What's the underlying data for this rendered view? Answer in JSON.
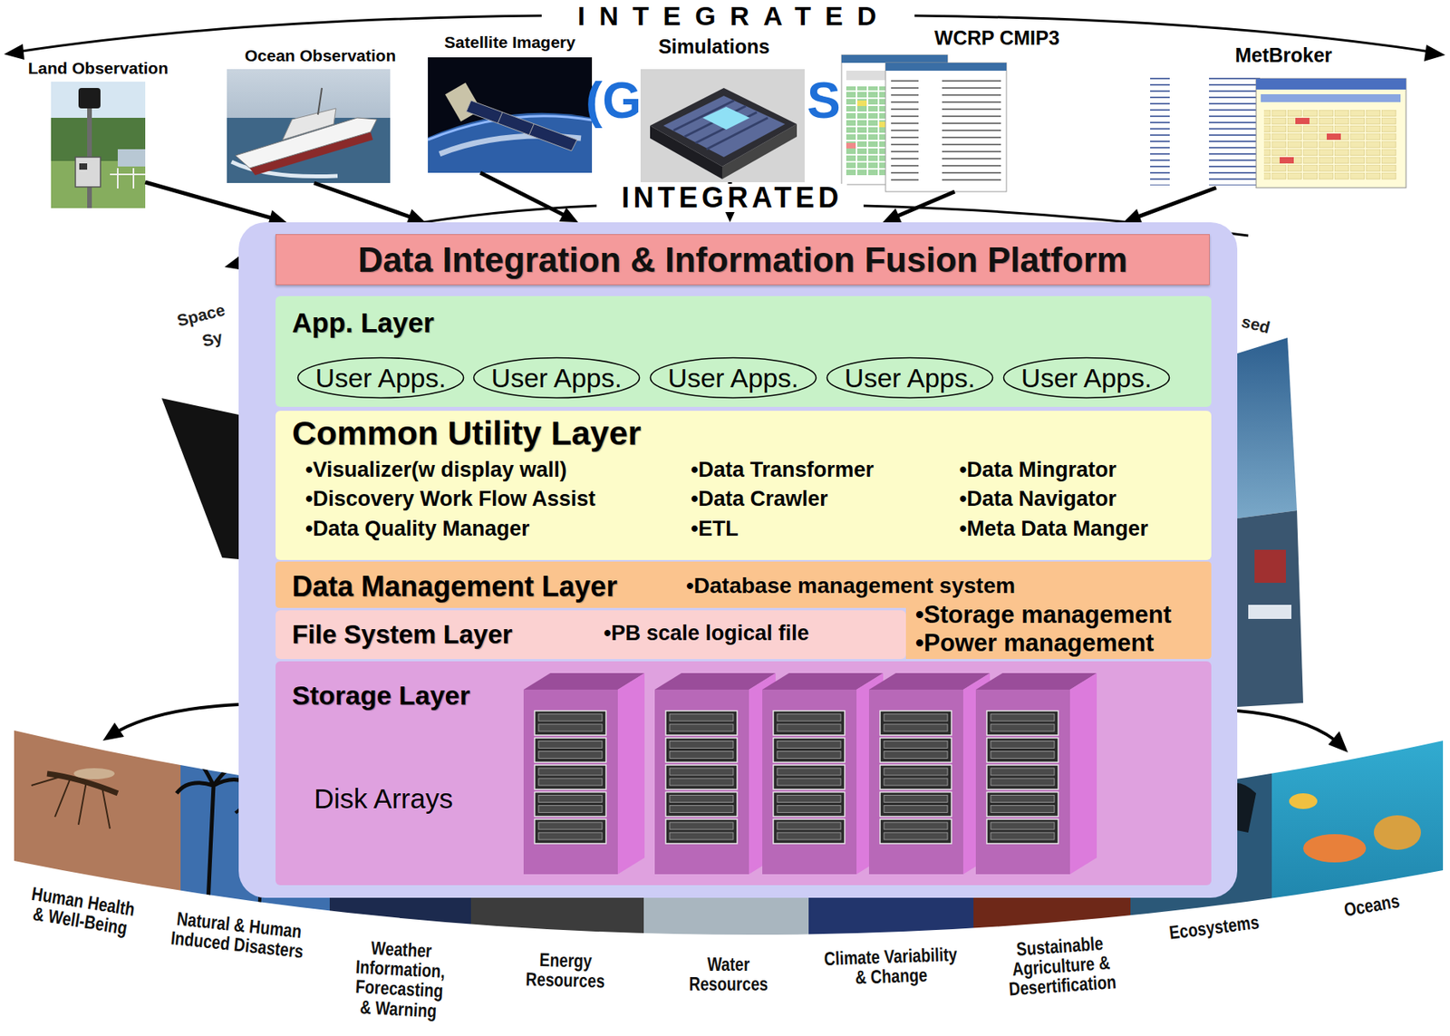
{
  "diagram": {
    "nodes": [
      {
        "text": [
          "Land Observation"
        ]
      },
      {
        "text": [
          "Ocean Observation"
        ]
      },
      {
        "text": [
          "Satellite Imagery"
        ]
      },
      {
        "text": [
          "Simulations"
        ]
      },
      {
        "text": [
          "WCRP CMIP3"
        ]
      },
      {
        "text": [
          "MetBroker"
        ]
      },
      {
        "text": [
          "Data Integration & Information Fusion Platform"
        ]
      },
      {
        "text": [
          "App. Layer"
        ],
        "in": 6
      },
      {
        "text": [
          "User Apps."
        ],
        "in": 7
      },
      {
        "text": [
          "User Apps."
        ],
        "in": 7
      },
      {
        "text": [
          "User Apps."
        ],
        "in": 7
      },
      {
        "text": [
          "User Apps."
        ],
        "in": 7
      },
      {
        "text": [
          "User Apps."
        ],
        "in": 7
      },
      {
        "text": [
          "Common Utility Layer",
          "•Visualizer(w display wall)",
          "•Data Transformer",
          "•Data Mingrator",
          "•Discovery Work Flow Assist",
          "•Data Crawler",
          "•Data Navigator",
          "•Data Quality Manager",
          "•ETL",
          "•Meta Data Manger"
        ],
        "in": 6
      },
      {
        "text": [
          "Data Management Layer",
          "•Database management system",
          "•Storage management",
          "•Power management"
        ],
        "in": 6
      },
      {
        "text": [
          "File System Layer",
          "•PB scale logical file"
        ],
        "in": 6
      },
      {
        "text": [
          "Storage Layer",
          "Disk Arrays"
        ],
        "in": 6
      }
    ],
    "edges": [
      {
        "from": 0,
        "to": 6,
        "arrow": "to"
      },
      {
        "from": 1,
        "to": 6,
        "arrow": "to"
      },
      {
        "from": 2,
        "to": 6,
        "arrow": "to"
      },
      {
        "from": 3,
        "to": 6,
        "arrow": "to"
      },
      {
        "from": 4,
        "to": 6,
        "arrow": "to"
      },
      {
        "from": 5,
        "to": 6,
        "arrow": "to"
      }
    ],
    "labels": [
      "INTEGRATED",
      "(G",
      "S",
      "INTEGRATED",
      "Space",
      "Sy",
      "sed",
      "Human Health & Well-Being",
      "Natural & Human Induced Disasters",
      "Weather Information, Forecasting & Warning",
      "Energy Resources",
      "Water Resources",
      "Climate Variability & Change",
      "Sustainable Agriculture & Desertification",
      "Ecosystems",
      "Oceans"
    ]
  }
}
